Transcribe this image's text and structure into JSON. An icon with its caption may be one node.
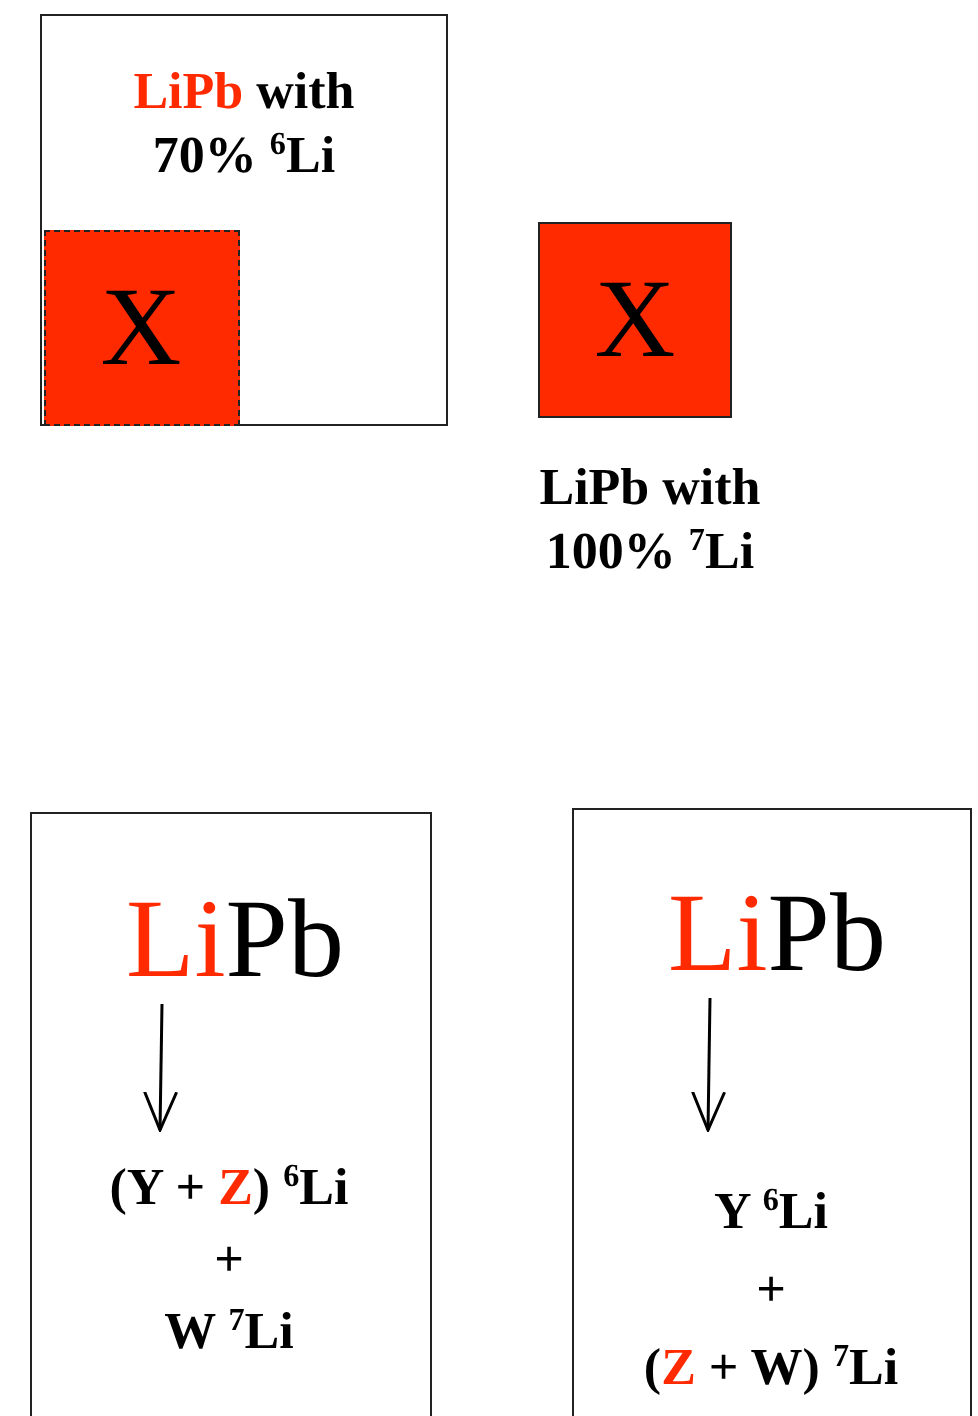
{
  "diagram": {
    "nodes": [
      {
        "text": [
          "LiPb",
          "with 70% $^{6}$Li"
        ]
      },
      {
        "text": [
          "X"
        ],
        "in": 0
      },
      {
        "text": [
          "X"
        ],
        "beside": [
          "LiPb with 100% $^{7}$Li"
        ]
      },
      {
        "text": [],
        "shape": "box"
      },
      {
        "text": [
          "Li",
          "Pb"
        ],
        "in": 3
      },
      {
        "text": [
          "(Y +",
          "Z",
          ") $^{6}$Li",
          "+",
          "W $^{7}$Li"
        ],
        "in": 3
      },
      {
        "text": [],
        "shape": "box"
      },
      {
        "text": [
          "Li",
          "Pb"
        ],
        "in": 6
      },
      {
        "text": [
          "Y  $^{6}$Li",
          "+",
          "(",
          "Z",
          "+ W) $^{7}$Li"
        ],
        "in": 6
      }
    ],
    "edges": [
      {
        "from": 4,
        "to": 5,
        "arrow": "to"
      },
      {
        "from": 7,
        "to": 8,
        "arrow": "to"
      }
    ]
  }
}
